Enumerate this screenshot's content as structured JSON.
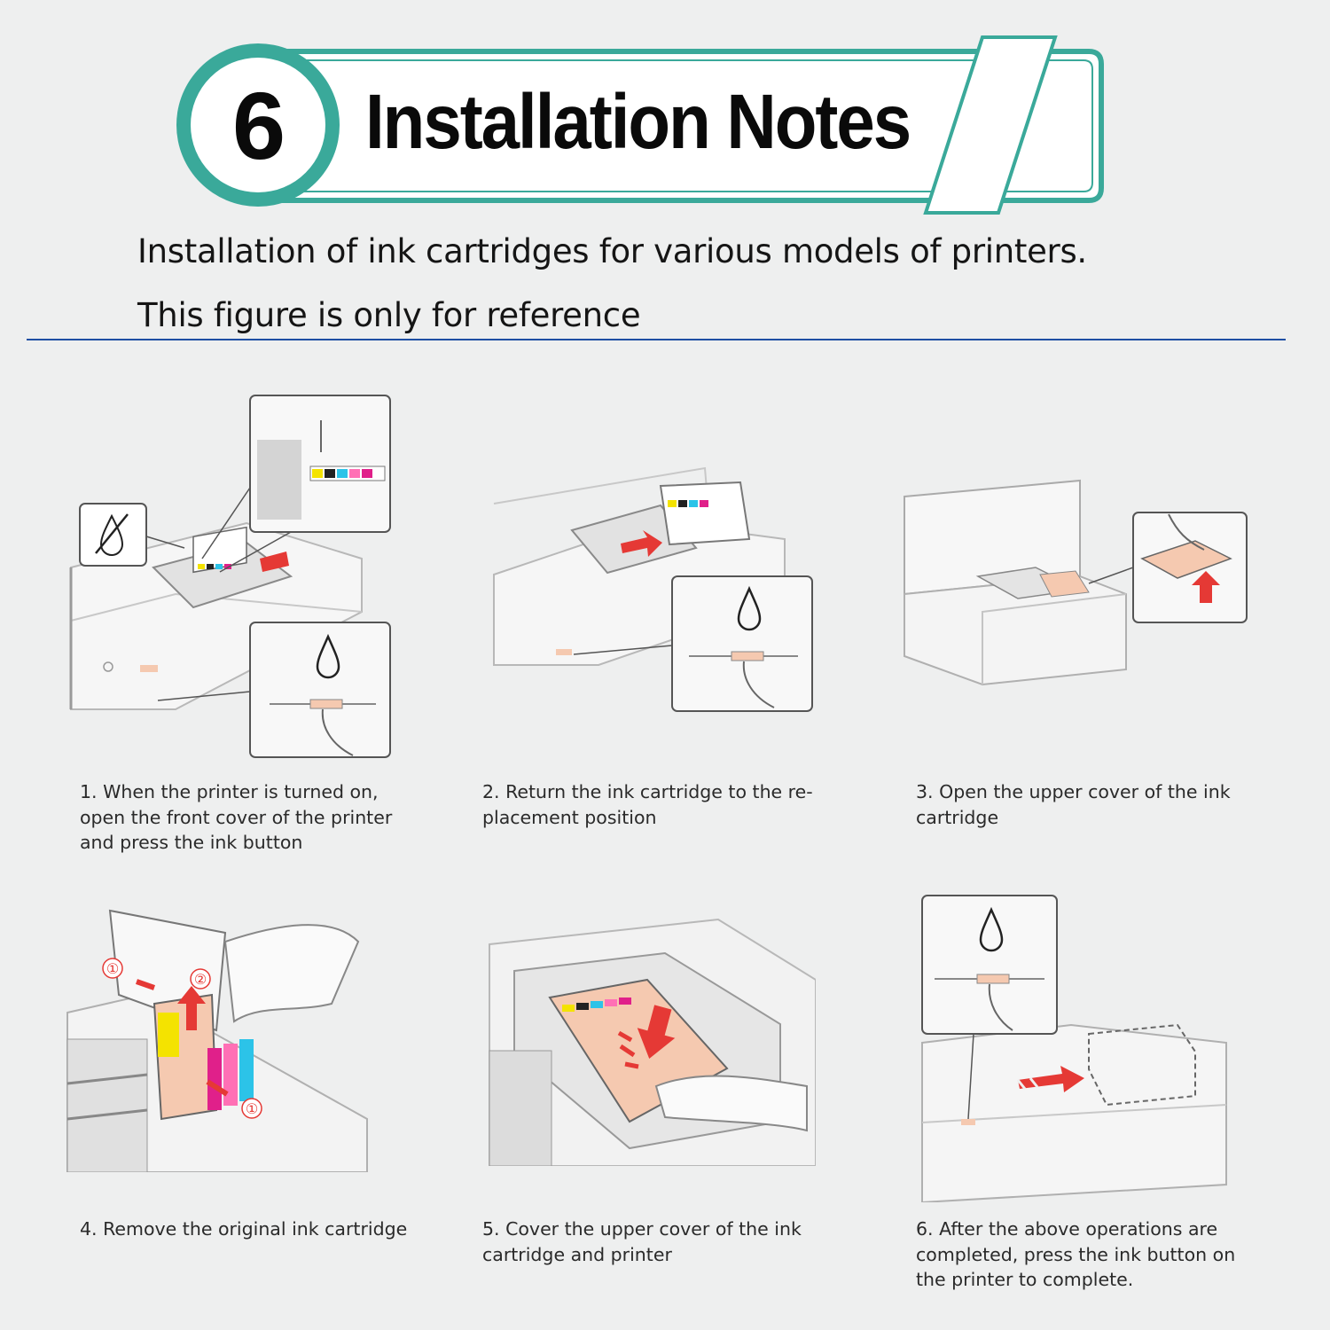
{
  "header": {
    "step_number": "6",
    "title": "Installation Notes",
    "accent_color": "#3aa99a"
  },
  "intro": {
    "line1": "Installation of ink cartridges for various models of printers.",
    "line2": "This figure is only for reference"
  },
  "divider_color": "#1f4fa3",
  "steps": [
    {
      "caption": "1. When the printer is turned on, open the front cover of the printer and press the ink button"
    },
    {
      "caption": "2. Return the ink cartridge to the re-placement position"
    },
    {
      "caption": "3. Open the upper cover of the ink cartridge"
    },
    {
      "caption": "4. Remove the original ink cartridge"
    },
    {
      "caption": "5. Cover the upper cover of the ink cartridge and printer"
    },
    {
      "caption": "6. After the above operations are completed, press the ink button on the printer to complete."
    }
  ],
  "callout_markers": [
    "①",
    "②",
    "①"
  ],
  "palette": {
    "cartridge": "#f5c9b0",
    "arrow": "#e53935",
    "ink_colors": [
      "#f4e300",
      "#222222",
      "#2cc3e8",
      "#ff70b5",
      "#e0208a"
    ]
  }
}
